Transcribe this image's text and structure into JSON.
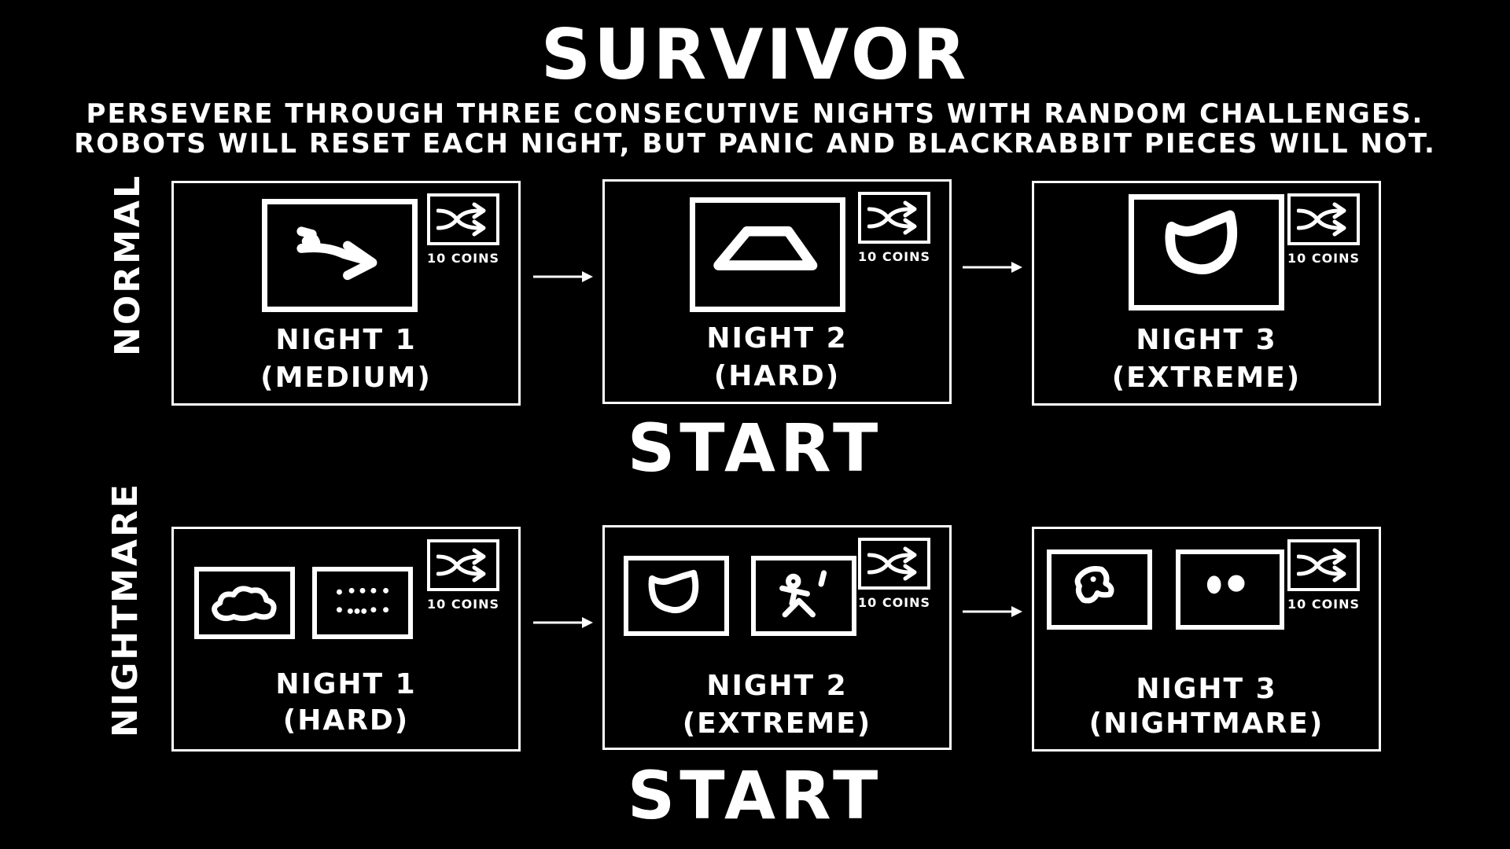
{
  "title": "SURVIVOR",
  "description": {
    "line1": "PERSEVERE THROUGH THREE CONSECUTIVE NIGHTS WITH RANDOM CHALLENGES.",
    "line2": "ROBOTS WILL RESET EACH NIGHT, BUT PANIC AND BLACKRABBIT PIECES WILL NOT."
  },
  "normal": {
    "label": "NORMAL",
    "start_label": "START",
    "nights": [
      {
        "name": "NIGHT 1",
        "difficulty": "(MEDIUM)",
        "coins": "10 COINS",
        "icons": [
          "arrow-scribble-icon"
        ]
      },
      {
        "name": "NIGHT 2",
        "difficulty": "(HARD)",
        "coins": "10 COINS",
        "icons": [
          "trapezoid-icon"
        ]
      },
      {
        "name": "NIGHT 3",
        "difficulty": "(EXTREME)",
        "coins": "10 COINS",
        "icons": [
          "cat-head-icon"
        ]
      }
    ]
  },
  "nightmare": {
    "label": "NIGHTMARE",
    "start_label": "START",
    "nights": [
      {
        "name": "NIGHT 1",
        "difficulty": "(HARD)",
        "coins": "10 COINS",
        "icons": [
          "cloud-icon",
          "dots-icon"
        ]
      },
      {
        "name": "NIGHT 2",
        "difficulty": "(EXTREME)",
        "coins": "10 COINS",
        "icons": [
          "cat-head-icon",
          "stick-figure-icon"
        ]
      },
      {
        "name": "NIGHT 3",
        "difficulty": "(NIGHTMARE)",
        "coins": "10 COINS",
        "icons": [
          "bird-head-icon",
          "two-dots-icon"
        ]
      }
    ]
  },
  "colors": {
    "background": "#000000",
    "foreground": "#ffffff"
  }
}
